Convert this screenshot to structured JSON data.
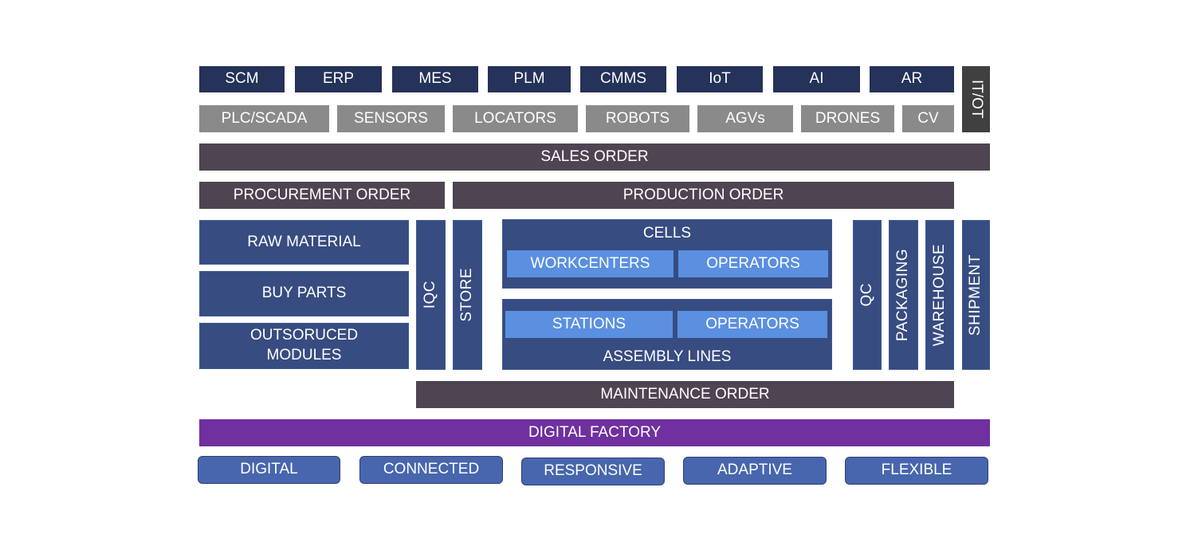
{
  "it_systems": [
    "SCM",
    "ERP",
    "MES",
    "PLM",
    "CMMS",
    "IoT",
    "AI",
    "AR"
  ],
  "ot_systems": [
    "PLC/SCADA",
    "SENSORS",
    "LOCATORS",
    "ROBOTS",
    "AGVs",
    "DRONES",
    "CV"
  ],
  "it_ot_label": "IT/OT",
  "sales_order": "SALES ORDER",
  "procurement_order": "PROCUREMENT ORDER",
  "production_order": "PRODUCTION ORDER",
  "materials": {
    "raw_material": "RAW MATERIAL",
    "buy_parts": "BUY PARTS",
    "outsourced_modules": "OUTSORUCED MODULES"
  },
  "iqc": "IQC",
  "store": "STORE",
  "cells": {
    "title": "CELLS",
    "workcenters": "WORKCENTERS",
    "operators": "OPERATORS"
  },
  "assembly_lines": {
    "title": "ASSEMBLY LINES",
    "stations": "STATIONS",
    "operators": "OPERATORS"
  },
  "qc": "QC",
  "packaging": "PACKAGING",
  "warehouse": "WAREHOUSE",
  "shipment": "SHIPMENT",
  "maintenance_order": "MAINTENANCE ORDER",
  "digital_factory": "DIGITAL FACTORY",
  "attributes": [
    "DIGITAL",
    "CONNECTED",
    "RESPONSIVE",
    "ADAPTIVE",
    "FLEXIBLE"
  ]
}
